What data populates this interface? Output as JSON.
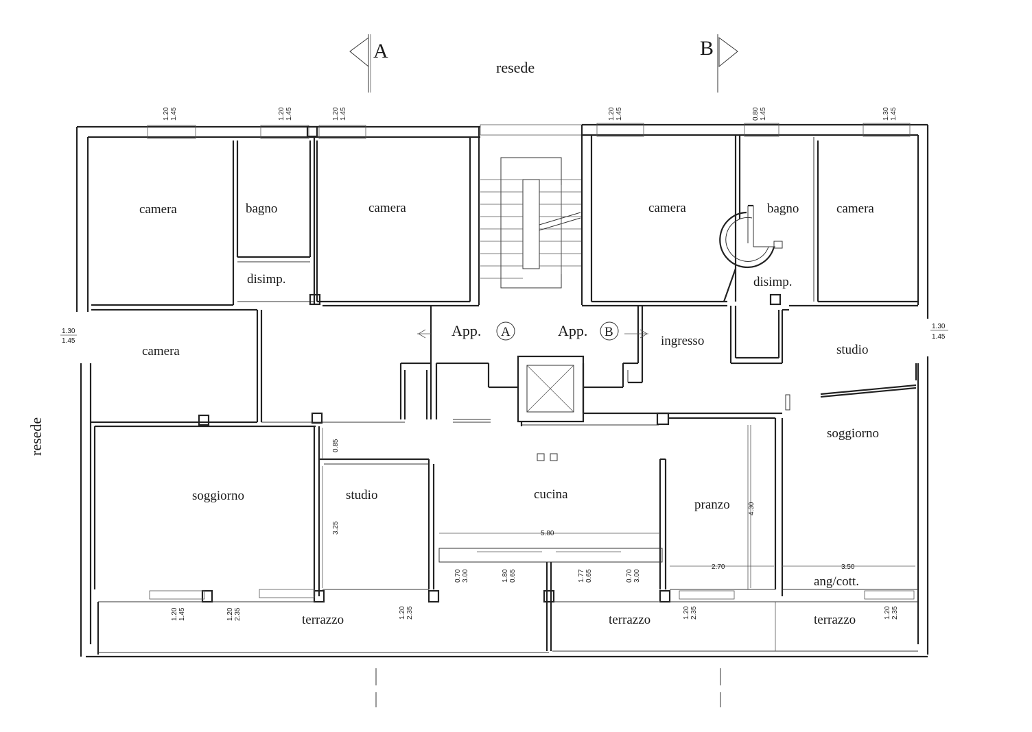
{
  "plan": {
    "external_labels": {
      "resede_top": "resede",
      "resede_left": "resede"
    },
    "sections": {
      "a": "A",
      "b": "B"
    },
    "apartments": {
      "a": "App.",
      "a_letter": "A",
      "b": "App.",
      "b_letter": "B"
    },
    "rooms": {
      "a_camera_1": "camera",
      "a_bagno": "bagno",
      "a_camera_2": "camera",
      "a_disimp": "disimp.",
      "a_camera_3": "camera",
      "a_soggiorno": "soggiorno",
      "a_studio": "studio",
      "a_cucina": "cucina",
      "b_camera_1": "camera",
      "b_bagno": "bagno",
      "b_camera_2": "camera",
      "b_disimp": "disimp.",
      "b_ingresso": "ingresso",
      "b_studio": "studio",
      "b_soggiorno": "soggiorno",
      "b_pranzo": "pranzo",
      "b_angcott": "ang/cott.",
      "terrazzo_1": "terrazzo",
      "terrazzo_2": "terrazzo",
      "terrazzo_3": "terrazzo"
    },
    "window_dims": {
      "w1": {
        "w": "1.20",
        "h": "1.45"
      },
      "w2": {
        "w": "1.20",
        "h": "1.45"
      },
      "w3": {
        "w": "1.20",
        "h": "1.45"
      },
      "w4": {
        "w": "1.20",
        "h": "1.45"
      },
      "w5": {
        "w": "0.80",
        "h": "1.45"
      },
      "w6": {
        "w": "1.30",
        "h": "1.45"
      },
      "w7": {
        "w": "1.30",
        "h": "1.45"
      },
      "w8": {
        "w": "1.30",
        "h": "1.45"
      },
      "w9": {
        "w": "1.20",
        "h": "1.45"
      },
      "w10": {
        "w": "1.20",
        "h": "2.35"
      },
      "w11": {
        "w": "1.20",
        "h": "2.35"
      },
      "w12": {
        "w": "0.70",
        "h": "3.00"
      },
      "w13": {
        "w": "1.80",
        "h": "0.65"
      },
      "w14": {
        "w": "1.77",
        "h": "0.65"
      },
      "w15": {
        "w": "0.70",
        "h": "3.00"
      },
      "w16": {
        "w": "1.20",
        "h": "2.35"
      },
      "w17": {
        "w": "1.20",
        "h": "2.35"
      }
    },
    "room_dims": {
      "d085": "0.85",
      "d325": "3.25",
      "d580": "5.80",
      "d430": "4.30",
      "d270": "2.70",
      "d350": "3.50"
    }
  }
}
